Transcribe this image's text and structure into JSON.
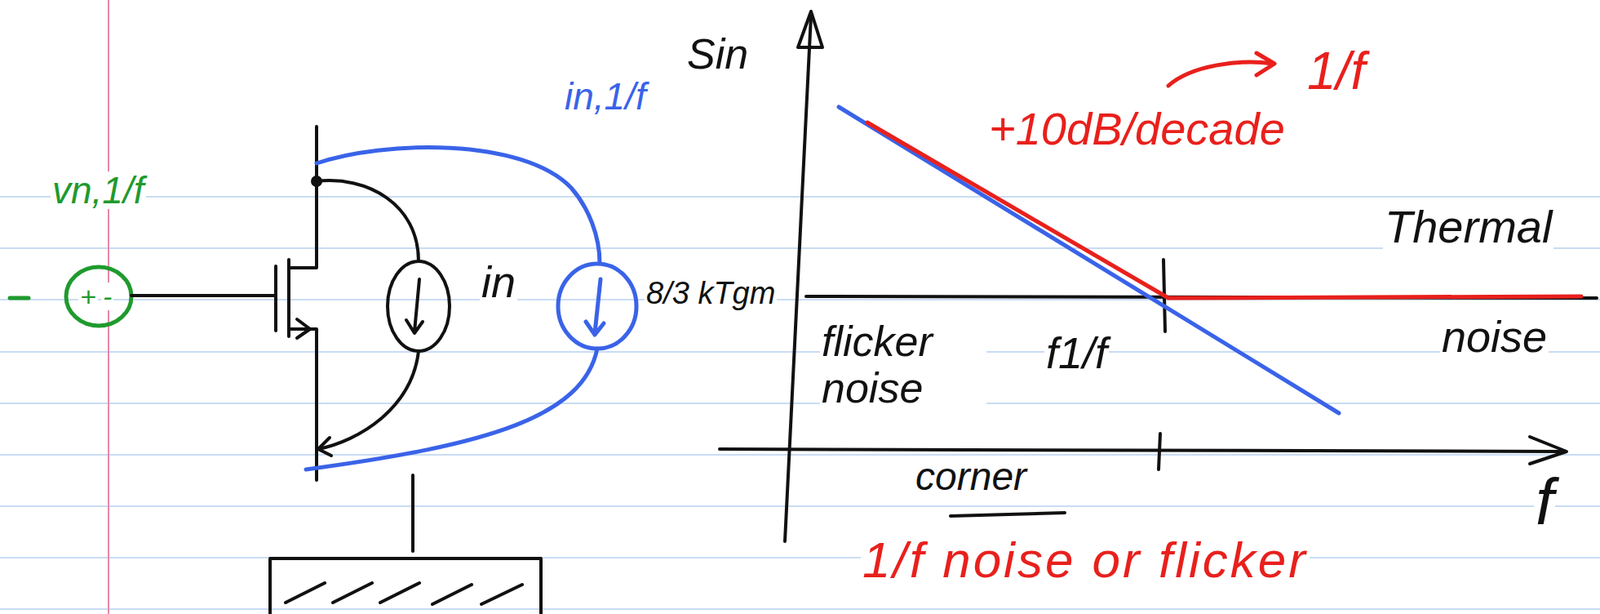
{
  "diagram": {
    "labels": [
      "vn,1/f",
      "+",
      "-",
      "in",
      "in,1/f",
      "8/3 kTgm",
      "Sin",
      "+10dB/decade",
      "1/f",
      "Thermal",
      "noise",
      "flicker noise",
      "f1/f",
      "corner",
      "f",
      "1/f noise or flicker"
    ]
  }
}
